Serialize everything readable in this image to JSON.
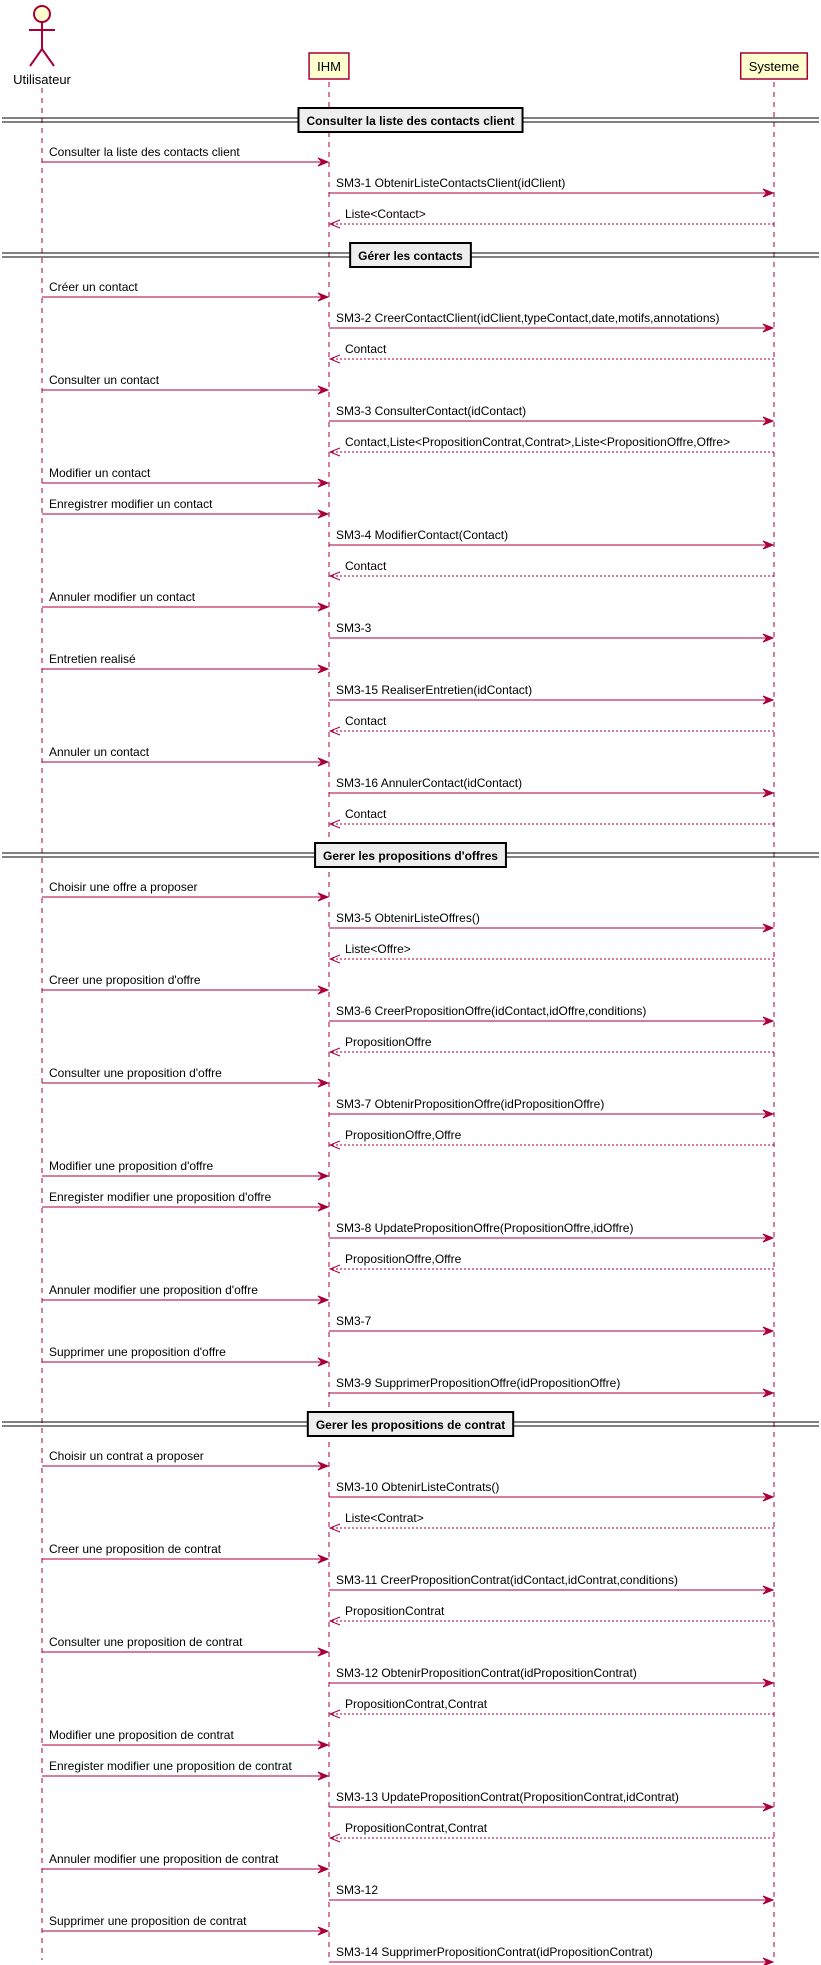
{
  "colors": {
    "line": "#A80036",
    "box_fill": "#FEFECE",
    "actor_fill": "#FEFECE",
    "text": "#000000",
    "separator": "#000000"
  },
  "participants": [
    {
      "id": "user",
      "label": "Utilisateur",
      "kind": "actor"
    },
    {
      "id": "ihm",
      "label": "IHM",
      "kind": "participant"
    },
    {
      "id": "sys",
      "label": "Systeme",
      "kind": "participant"
    }
  ],
  "items": [
    {
      "type": "separator",
      "label": "Consulter la liste des contacts client"
    },
    {
      "type": "msg",
      "from": "user",
      "to": "ihm",
      "label": "Consulter la liste des contacts client"
    },
    {
      "type": "msg",
      "from": "ihm",
      "to": "sys",
      "label": "SM3-1 ObtenirListeContactsClient(idClient)"
    },
    {
      "type": "ret",
      "from": "sys",
      "to": "ihm",
      "label": "Liste<Contact>"
    },
    {
      "type": "separator",
      "label": "Gérer les contacts"
    },
    {
      "type": "msg",
      "from": "user",
      "to": "ihm",
      "label": "Créer un contact"
    },
    {
      "type": "msg",
      "from": "ihm",
      "to": "sys",
      "label": "SM3-2 CreerContactClient(idClient,typeContact,date,motifs,annotations)"
    },
    {
      "type": "ret",
      "from": "sys",
      "to": "ihm",
      "label": "Contact"
    },
    {
      "type": "msg",
      "from": "user",
      "to": "ihm",
      "label": "Consulter un contact"
    },
    {
      "type": "msg",
      "from": "ihm",
      "to": "sys",
      "label": "SM3-3 ConsulterContact(idContact)"
    },
    {
      "type": "ret",
      "from": "sys",
      "to": "ihm",
      "label": "Contact,Liste<PropositionContrat,Contrat>,Liste<PropositionOffre,Offre>"
    },
    {
      "type": "msg",
      "from": "user",
      "to": "ihm",
      "label": "Modifier un contact"
    },
    {
      "type": "msg",
      "from": "user",
      "to": "ihm",
      "label": "Enregistrer modifier un contact"
    },
    {
      "type": "msg",
      "from": "ihm",
      "to": "sys",
      "label": "SM3-4 ModifierContact(Contact)"
    },
    {
      "type": "ret",
      "from": "sys",
      "to": "ihm",
      "label": "Contact"
    },
    {
      "type": "msg",
      "from": "user",
      "to": "ihm",
      "label": "Annuler modifier un contact"
    },
    {
      "type": "msg",
      "from": "ihm",
      "to": "sys",
      "label": "SM3-3"
    },
    {
      "type": "msg",
      "from": "user",
      "to": "ihm",
      "label": "Entretien realisé"
    },
    {
      "type": "msg",
      "from": "ihm",
      "to": "sys",
      "label": "SM3-15 RealiserEntretien(idContact)"
    },
    {
      "type": "ret",
      "from": "sys",
      "to": "ihm",
      "label": "Contact"
    },
    {
      "type": "msg",
      "from": "user",
      "to": "ihm",
      "label": "Annuler un contact"
    },
    {
      "type": "msg",
      "from": "ihm",
      "to": "sys",
      "label": "SM3-16 AnnulerContact(idContact)"
    },
    {
      "type": "ret",
      "from": "sys",
      "to": "ihm",
      "label": "Contact"
    },
    {
      "type": "separator",
      "label": "Gerer les propositions d'offres"
    },
    {
      "type": "msg",
      "from": "user",
      "to": "ihm",
      "label": "Choisir une offre a proposer"
    },
    {
      "type": "msg",
      "from": "ihm",
      "to": "sys",
      "label": "SM3-5 ObtenirListeOffres()"
    },
    {
      "type": "ret",
      "from": "sys",
      "to": "ihm",
      "label": "Liste<Offre>"
    },
    {
      "type": "msg",
      "from": "user",
      "to": "ihm",
      "label": "Creer une proposition d'offre"
    },
    {
      "type": "msg",
      "from": "ihm",
      "to": "sys",
      "label": "SM3-6 CreerPropositionOffre(idContact,idOffre,conditions)"
    },
    {
      "type": "ret",
      "from": "sys",
      "to": "ihm",
      "label": "PropositionOffre"
    },
    {
      "type": "msg",
      "from": "user",
      "to": "ihm",
      "label": "Consulter une proposition d'offre"
    },
    {
      "type": "msg",
      "from": "ihm",
      "to": "sys",
      "label": "SM3-7 ObtenirPropositionOffre(idPropositionOffre)"
    },
    {
      "type": "ret",
      "from": "sys",
      "to": "ihm",
      "label": "PropositionOffre,Offre"
    },
    {
      "type": "msg",
      "from": "user",
      "to": "ihm",
      "label": "Modifier une proposition d'offre"
    },
    {
      "type": "msg",
      "from": "user",
      "to": "ihm",
      "label": "Enregister modifier une proposition d'offre"
    },
    {
      "type": "msg",
      "from": "ihm",
      "to": "sys",
      "label": "SM3-8 UpdatePropositionOffre(PropositionOffre,idOffre)"
    },
    {
      "type": "ret",
      "from": "sys",
      "to": "ihm",
      "label": "PropositionOffre,Offre"
    },
    {
      "type": "msg",
      "from": "user",
      "to": "ihm",
      "label": "Annuler modifier une proposition d'offre"
    },
    {
      "type": "msg",
      "from": "ihm",
      "to": "sys",
      "label": "SM3-7"
    },
    {
      "type": "msg",
      "from": "user",
      "to": "ihm",
      "label": "Supprimer une proposition d'offre"
    },
    {
      "type": "msg",
      "from": "ihm",
      "to": "sys",
      "label": "SM3-9 SupprimerPropositionOffre(idPropositionOffre)"
    },
    {
      "type": "separator",
      "label": "Gerer les propositions de contrat"
    },
    {
      "type": "msg",
      "from": "user",
      "to": "ihm",
      "label": "Choisir un contrat a proposer"
    },
    {
      "type": "msg",
      "from": "ihm",
      "to": "sys",
      "label": "SM3-10 ObtenirListeContrats()"
    },
    {
      "type": "ret",
      "from": "sys",
      "to": "ihm",
      "label": "Liste<Contrat>"
    },
    {
      "type": "msg",
      "from": "user",
      "to": "ihm",
      "label": "Creer une proposition de contrat"
    },
    {
      "type": "msg",
      "from": "ihm",
      "to": "sys",
      "label": "SM3-11 CreerPropositionContrat(idContact,idContrat,conditions)"
    },
    {
      "type": "ret",
      "from": "sys",
      "to": "ihm",
      "label": "PropositionContrat"
    },
    {
      "type": "msg",
      "from": "user",
      "to": "ihm",
      "label": "Consulter une proposition de contrat"
    },
    {
      "type": "msg",
      "from": "ihm",
      "to": "sys",
      "label": "SM3-12 ObtenirPropositionContrat(idPropositionContrat)"
    },
    {
      "type": "ret",
      "from": "sys",
      "to": "ihm",
      "label": "PropositionContrat,Contrat"
    },
    {
      "type": "msg",
      "from": "user",
      "to": "ihm",
      "label": "Modifier une proposition de contrat"
    },
    {
      "type": "msg",
      "from": "user",
      "to": "ihm",
      "label": "Enregister modifier une proposition de contrat"
    },
    {
      "type": "msg",
      "from": "ihm",
      "to": "sys",
      "label": "SM3-13 UpdatePropositionContrat(PropositionContrat,idContrat)"
    },
    {
      "type": "ret",
      "from": "sys",
      "to": "ihm",
      "label": "PropositionContrat,Contrat"
    },
    {
      "type": "msg",
      "from": "user",
      "to": "ihm",
      "label": "Annuler modifier une proposition de contrat"
    },
    {
      "type": "msg",
      "from": "ihm",
      "to": "sys",
      "label": "SM3-12"
    },
    {
      "type": "msg",
      "from": "user",
      "to": "ihm",
      "label": "Supprimer une proposition de contrat"
    },
    {
      "type": "msg",
      "from": "ihm",
      "to": "sys",
      "label": "SM3-14 SupprimerPropositionContrat(idPropositionContrat)"
    }
  ]
}
